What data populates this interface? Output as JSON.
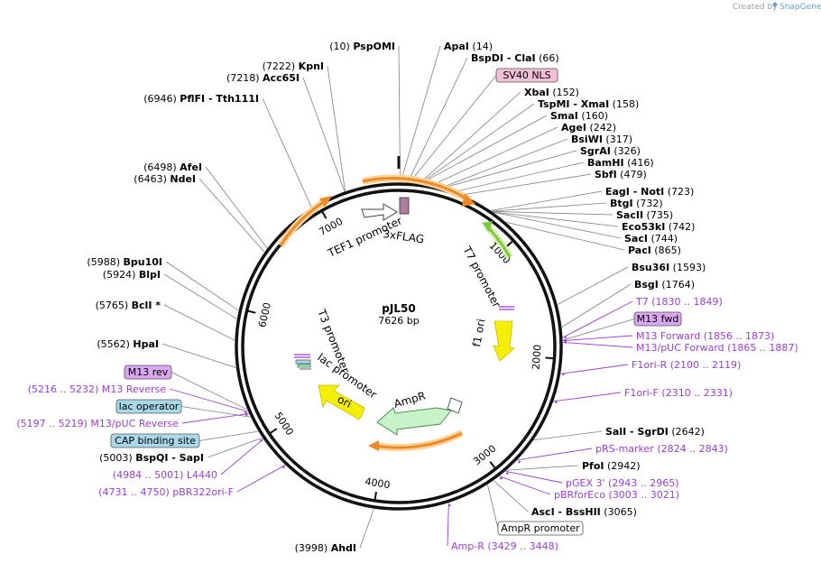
{
  "brand": {
    "created_by": "Created by",
    "name": "SnapGene"
  },
  "plasmid": {
    "name": "pJL50",
    "size": "7626 bp",
    "length": 7626
  },
  "ticks": [
    "1000",
    "2000",
    "3000",
    "4000",
    "5000",
    "6000",
    "7000"
  ],
  "colors": {
    "outer_ring": "#111111",
    "site_line": "#808080",
    "primer_line": "#9b3fd1",
    "primer_label": "#9b3fd1",
    "orange_feature": "#f08a24",
    "orange_glow": "#fbd39c",
    "green_feature": "#7ecb3a",
    "yellow_feature": "#f5f000",
    "ampr_feature": "#c8f3c8",
    "sv40_box": "#f2bfd6",
    "m13_box": "#d9a6f0",
    "lac_box": "#a9d9e8",
    "flag_box": "#b07aa1"
  },
  "sites": [
    {
      "id": "pspomi",
      "prefix": "(10)",
      "name": "PspOMI",
      "suffix": ""
    },
    {
      "id": "apai",
      "prefix": "",
      "name": "ApaI",
      "suffix": "(14)"
    },
    {
      "id": "bspdi",
      "prefix": "",
      "name": "BspDI  - ClaI",
      "suffix": "(66)"
    },
    {
      "id": "xbai",
      "prefix": "",
      "name": "XbaI",
      "suffix": "(152)"
    },
    {
      "id": "tspmi",
      "prefix": "",
      "name": "TspMI  - XmaI",
      "suffix": "(158)"
    },
    {
      "id": "smai",
      "prefix": "",
      "name": "SmaI",
      "suffix": "(160)"
    },
    {
      "id": "agei",
      "prefix": "",
      "name": "AgeI",
      "suffix": "(242)"
    },
    {
      "id": "bsiwi",
      "prefix": "",
      "name": "BsiWI",
      "suffix": "(317)"
    },
    {
      "id": "sgrai",
      "prefix": "",
      "name": "SgrAI",
      "suffix": "(326)"
    },
    {
      "id": "bamhi",
      "prefix": "",
      "name": "BamHI",
      "suffix": "(416)"
    },
    {
      "id": "sbfi",
      "prefix": "",
      "name": "SbfI",
      "suffix": "(479)"
    },
    {
      "id": "eagi",
      "prefix": "",
      "name": "EagI  - NotI",
      "suffix": "(723)"
    },
    {
      "id": "btgi",
      "prefix": "",
      "name": "BtgI",
      "suffix": "(732)"
    },
    {
      "id": "sacii",
      "prefix": "",
      "name": "SacII",
      "suffix": "(735)"
    },
    {
      "id": "eco53ki",
      "prefix": "",
      "name": "Eco53kI",
      "suffix": "(742)"
    },
    {
      "id": "saci",
      "prefix": "",
      "name": "SacI",
      "suffix": "(744)"
    },
    {
      "id": "paci",
      "prefix": "",
      "name": "PacI",
      "suffix": "(865)"
    },
    {
      "id": "bsu36i",
      "prefix": "",
      "name": "Bsu36I",
      "suffix": "(1593)"
    },
    {
      "id": "bsgi",
      "prefix": "",
      "name": "BsgI",
      "suffix": "(1764)"
    },
    {
      "id": "sali",
      "prefix": "",
      "name": "SalI  - SgrDI",
      "suffix": "(2642)"
    },
    {
      "id": "pfoi",
      "prefix": "",
      "name": "PfoI",
      "suffix": "(2942)"
    },
    {
      "id": "asci",
      "prefix": "",
      "name": "AscI  - BssHII",
      "suffix": "(3065)"
    },
    {
      "id": "ahdi",
      "prefix": "(3998)",
      "name": "AhdI",
      "suffix": ""
    },
    {
      "id": "bspqi",
      "prefix": "(5003)",
      "name": "BspQI  - SapI",
      "suffix": ""
    },
    {
      "id": "hpai",
      "prefix": "(5562)",
      "name": "HpaI",
      "suffix": ""
    },
    {
      "id": "bcli",
      "prefix": "(5765)",
      "name": "BclI *",
      "suffix": ""
    },
    {
      "id": "blpi",
      "prefix": "(5924)",
      "name": "BlpI",
      "suffix": ""
    },
    {
      "id": "bpu10i",
      "prefix": "(5988)",
      "name": "Bpu10I",
      "suffix": ""
    },
    {
      "id": "ndei",
      "prefix": "(6463)",
      "name": "NdeI",
      "suffix": ""
    },
    {
      "id": "afei",
      "prefix": "(6498)",
      "name": "AfeI",
      "suffix": ""
    },
    {
      "id": "pflfi",
      "prefix": "(6946)",
      "name": "PflFI  - Tth111I",
      "suffix": ""
    },
    {
      "id": "acc65i",
      "prefix": "(7218)",
      "name": "Acc65I",
      "suffix": ""
    },
    {
      "id": "kpni",
      "prefix": "(7222)",
      "name": "KpnI",
      "suffix": ""
    }
  ],
  "primers": [
    {
      "id": "t7",
      "text": "T7    (1830 .. 1849)"
    },
    {
      "id": "m13forward",
      "text": "M13 Forward    (1856 .. 1873)"
    },
    {
      "id": "m13puc_fwd",
      "text": "M13/pUC Forward    (1865 .. 1887)"
    },
    {
      "id": "f1ori_r",
      "text": "F1ori-R    (2100 .. 2119)"
    },
    {
      "id": "f1ori_f",
      "text": "F1ori-F    (2310 .. 2331)"
    },
    {
      "id": "prs_marker",
      "text": "pRS-marker    (2824 .. 2843)"
    },
    {
      "id": "pgex3",
      "text": "pGEX 3'    (2943 .. 2965)"
    },
    {
      "id": "pbrforeco",
      "text": "pBRforEco    (3003 .. 3021)"
    },
    {
      "id": "ampr_primer",
      "text": "Amp-R    (3429 .. 3448)"
    },
    {
      "id": "pbr322ori_f",
      "text": "(4731 .. 4750)  pBR322ori-F"
    },
    {
      "id": "l4440",
      "text": "(4984 .. 5001)  L4440"
    },
    {
      "id": "m13puc_rev",
      "text": "(5197 .. 5219)  M13/pUC Reverse"
    },
    {
      "id": "m13reverse",
      "text": "(5216 .. 5232)  M13 Reverse"
    }
  ],
  "boxed": [
    {
      "id": "sv40",
      "text": "SV40 NLS"
    },
    {
      "id": "m13fwd",
      "text": "M13 fwd"
    },
    {
      "id": "ampr_promoter_box",
      "text": "AmpR promoter"
    },
    {
      "id": "cap",
      "text": "CAP binding site"
    },
    {
      "id": "lacop",
      "text": "lac operator"
    },
    {
      "id": "m13rev",
      "text": "M13 rev"
    }
  ],
  "features": {
    "tef1": "TEF1 promoter",
    "flag": "3xFLAG",
    "t7p": "T7 promoter",
    "f1": "f1 ori",
    "ampr": "AmpR",
    "ori": "ori",
    "lacp": "lac promoter",
    "t3p": "T3 promoter"
  }
}
